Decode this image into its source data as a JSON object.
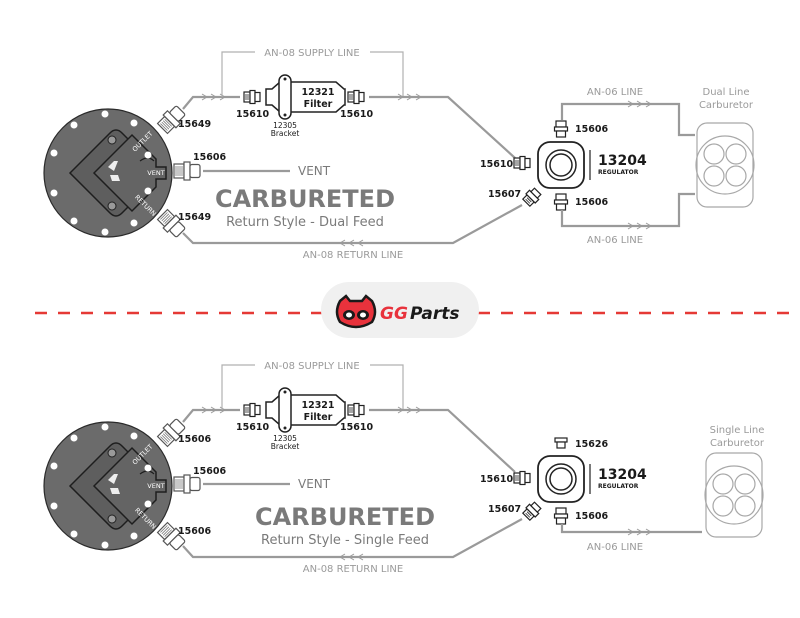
{
  "colors": {
    "hose": "#9a9a9a",
    "plate": "#6b6b6b",
    "divider": "#e53935",
    "logo_red": "#e8323c",
    "logo_dark": "#1a1a1a",
    "text_gray": "#7a7a7a"
  },
  "brand": {
    "logo_icon": "gg-mascot-icon",
    "name_part1": "GG",
    "name_part2": "Parts"
  },
  "diagrams": [
    {
      "title": "CARBURETED",
      "subtitle": "Return Style - Dual Feed",
      "supply_line": "AN-08 SUPPLY LINE",
      "return_line": "AN-08 RETURN LINE",
      "vent_label": "VENT",
      "plate": {
        "outlet": "OUTLET",
        "vent": "VENT",
        "return": "RETURN"
      },
      "fittings": {
        "outlet": "15649",
        "vent": "15606",
        "return": "15649",
        "filter_in": "15610",
        "filter_out": "15610",
        "reg_in": "15610",
        "reg_return": "15607",
        "reg_top": "15606",
        "reg_bottom": "15606"
      },
      "filter": {
        "part": "12321",
        "name": "Filter"
      },
      "bracket": {
        "part": "12305",
        "name": "Bracket"
      },
      "regulator": {
        "part": "13204",
        "name": "REGULATOR"
      },
      "an06_top": "AN-06 LINE",
      "an06_bottom": "AN-06 LINE",
      "carb": {
        "line1": "Dual Line",
        "line2": "Carburetor"
      }
    },
    {
      "title": "CARBURETED",
      "subtitle": "Return Style - Single Feed",
      "supply_line": "AN-08 SUPPLY LINE",
      "return_line": "AN-08 RETURN LINE",
      "vent_label": "VENT",
      "plate": {
        "outlet": "OUTLET",
        "vent": "VENT",
        "return": "RETURN"
      },
      "fittings": {
        "outlet": "15606",
        "vent": "15606",
        "return": "15606",
        "filter_in": "15610",
        "filter_out": "15610",
        "reg_in": "15610",
        "reg_return": "15607",
        "reg_top": "15626",
        "reg_bottom": "15606"
      },
      "filter": {
        "part": "12321",
        "name": "Filter"
      },
      "bracket": {
        "part": "12305",
        "name": "Bracket"
      },
      "regulator": {
        "part": "13204",
        "name": "REGULATOR"
      },
      "an06_bottom": "AN-06 LINE",
      "carb": {
        "line1": "Single Line",
        "line2": "Carburetor"
      }
    }
  ]
}
